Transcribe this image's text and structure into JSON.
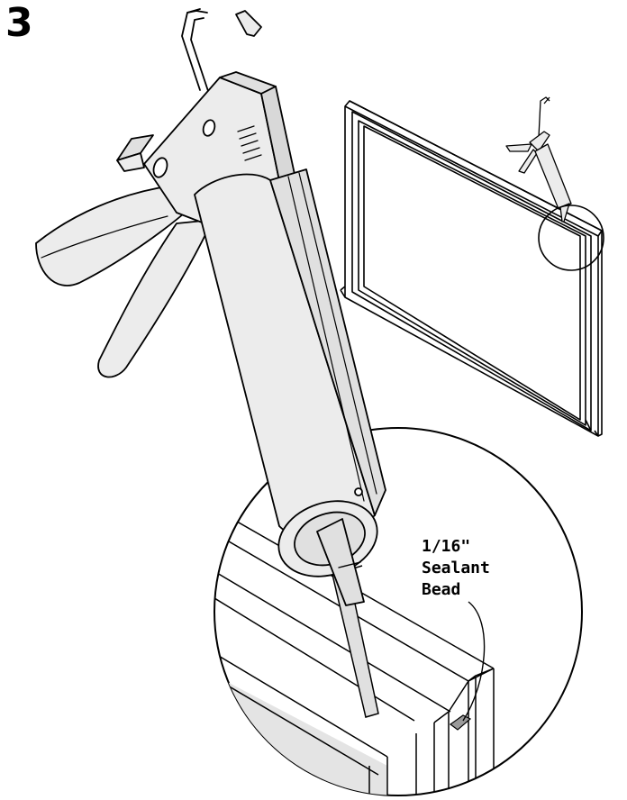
{
  "step": {
    "number": "3"
  },
  "callout": {
    "lines": [
      "1/16\"",
      "Sealant",
      "Bead"
    ]
  },
  "colors": {
    "line": "#000000",
    "fill_light": "#ececec",
    "fill_mid": "#e0e0e0",
    "fill_dark": "#c8c8c8",
    "background": "#ffffff"
  },
  "icons": {
    "main": "caulking-gun",
    "inset": "window-frame"
  }
}
